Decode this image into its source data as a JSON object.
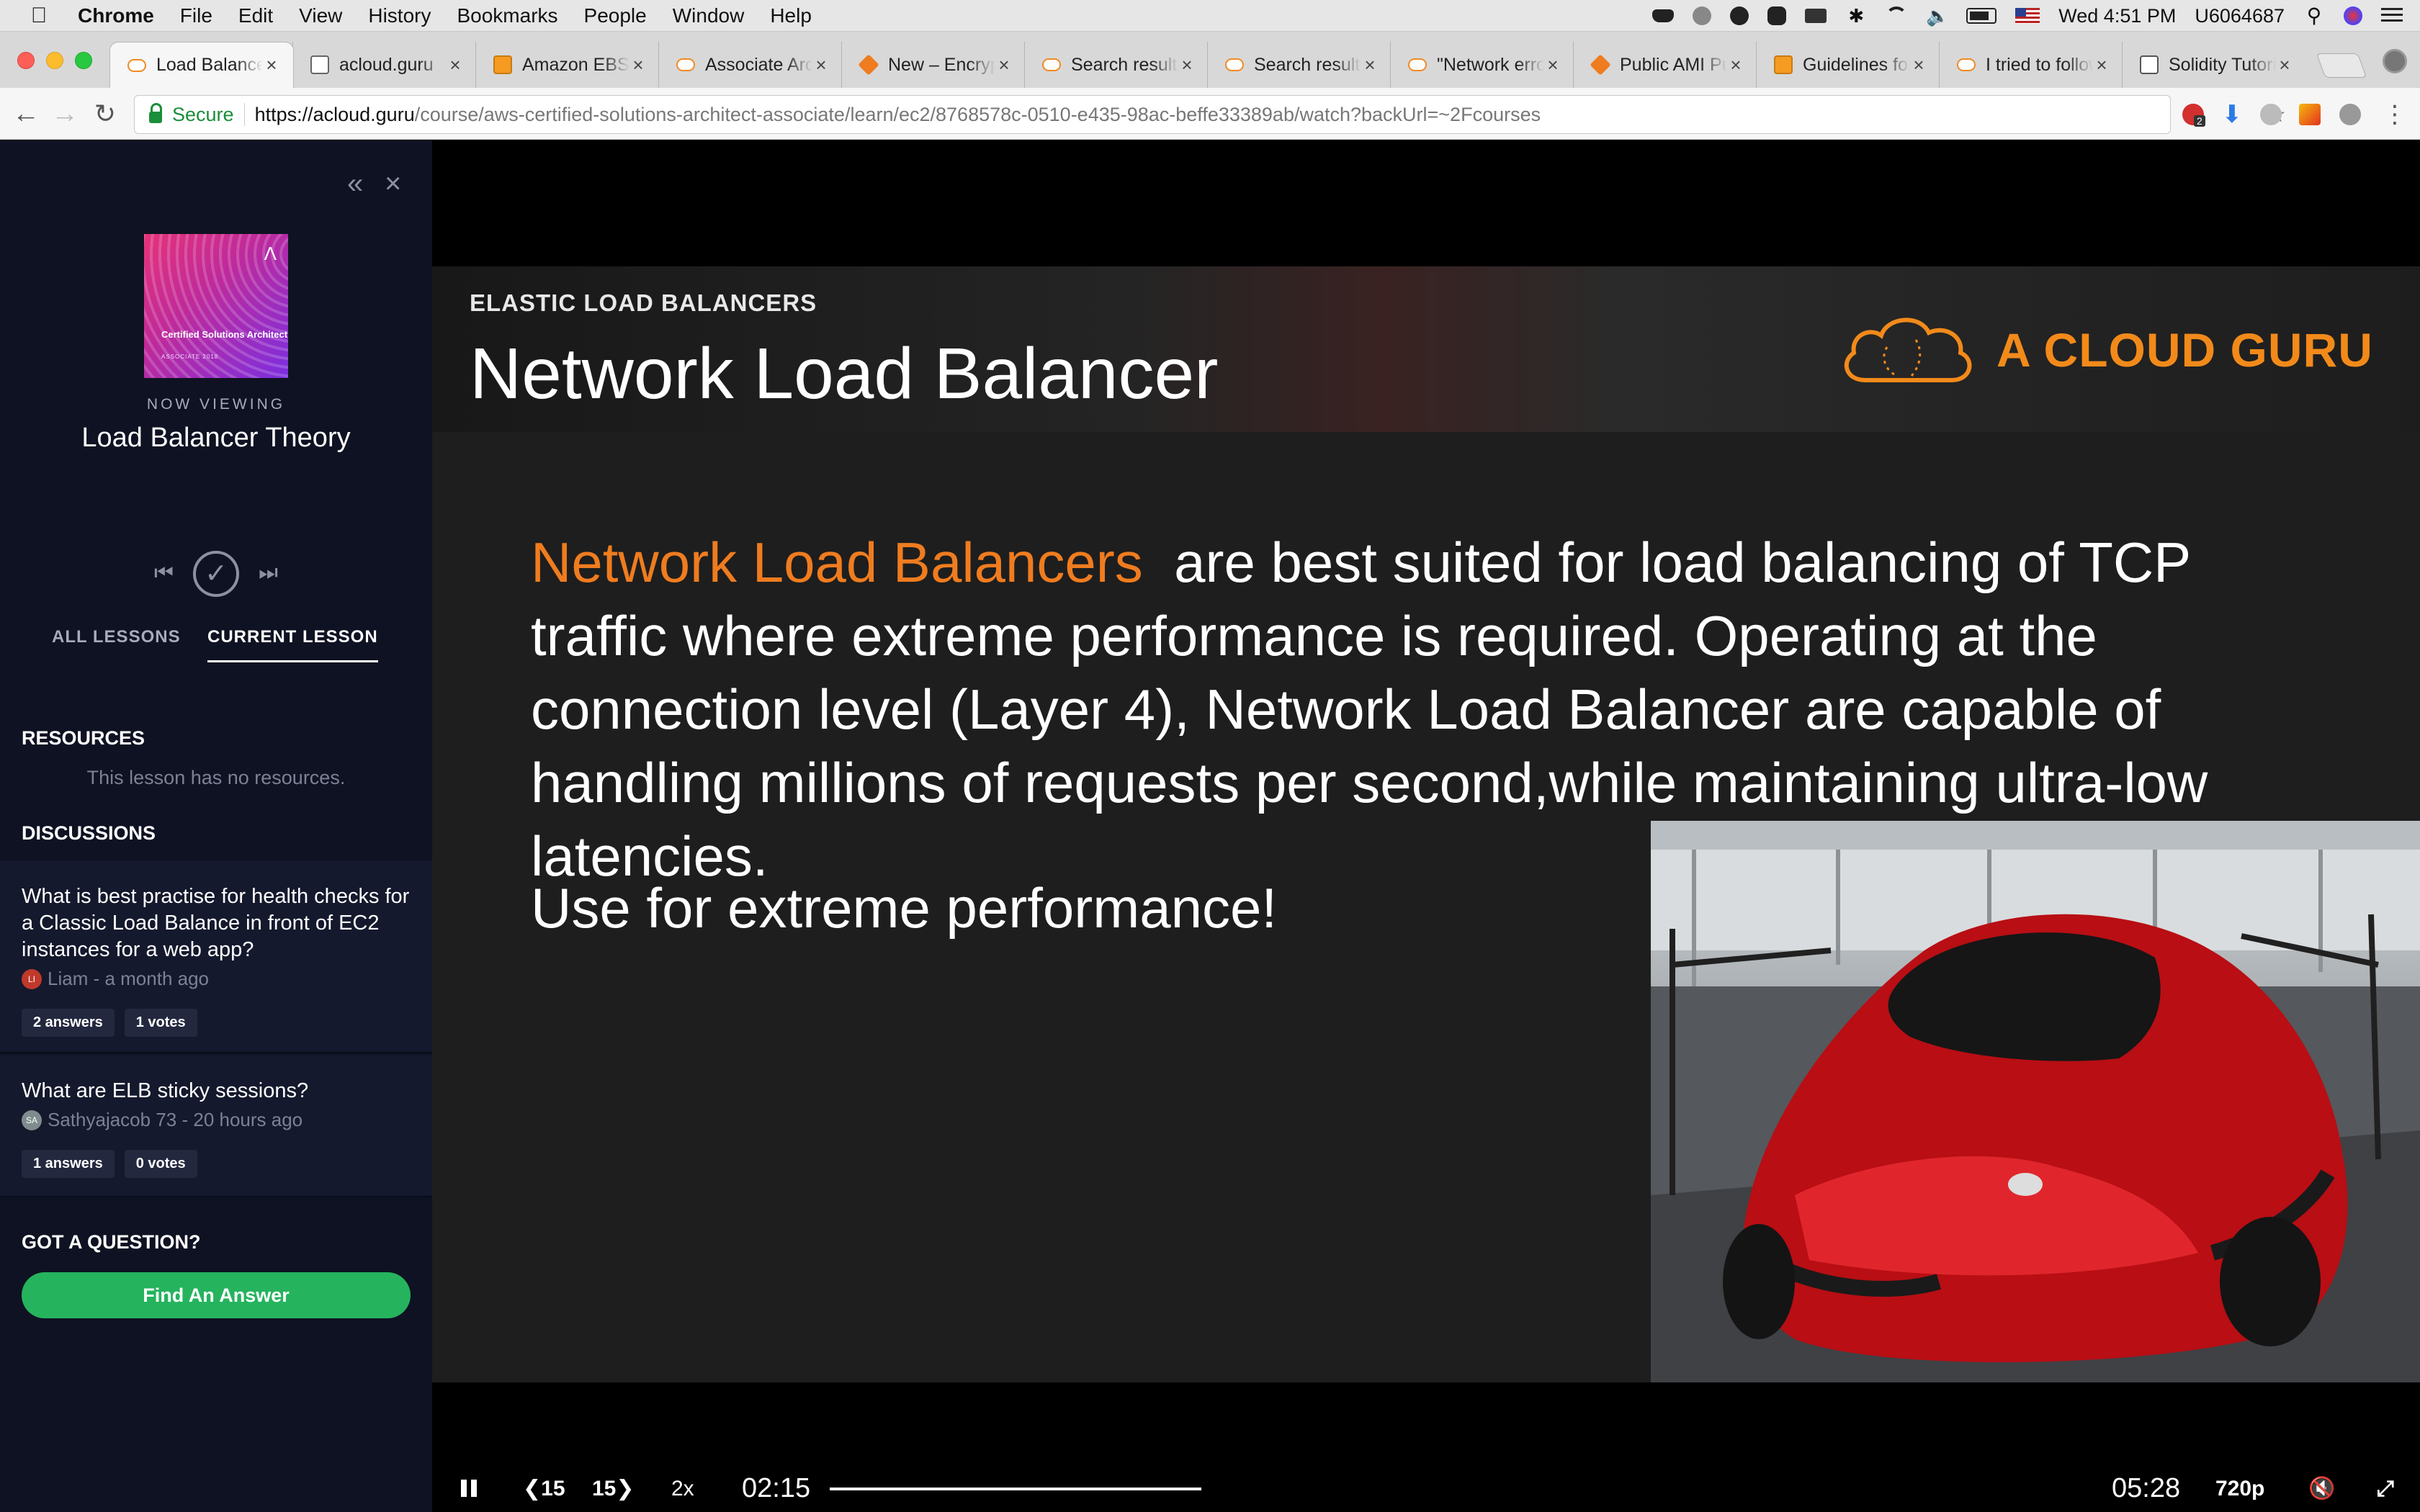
{
  "menubar": {
    "apple": "",
    "app_name": "Chrome",
    "items": [
      "File",
      "Edit",
      "View",
      "History",
      "Bookmarks",
      "People",
      "Window",
      "Help"
    ],
    "clock": "Wed 4:51 PM",
    "user": "U6064687"
  },
  "tabs": [
    {
      "title": "Load Balancer Theory",
      "icon": "cloud-icon",
      "active": true
    },
    {
      "title": "acloud.guru",
      "icon": "document-icon"
    },
    {
      "title": "Amazon EBS",
      "icon": "aws-icon"
    },
    {
      "title": "Associate Architect",
      "icon": "cloud-icon"
    },
    {
      "title": "New – Encrypted",
      "icon": "cube-icon"
    },
    {
      "title": "Search results",
      "icon": "cloud-icon"
    },
    {
      "title": "Search results",
      "icon": "cloud-icon"
    },
    {
      "title": "\"Network error\"",
      "icon": "cloud-icon"
    },
    {
      "title": "Public AMI Publishing",
      "icon": "cube-icon"
    },
    {
      "title": "Guidelines for",
      "icon": "aws-icon"
    },
    {
      "title": "I tried to follow",
      "icon": "cloud-icon"
    },
    {
      "title": "Solidity Tutorial",
      "icon": "book-icon"
    }
  ],
  "tab_close_glyph": "×",
  "omnibox": {
    "secure_label": "Secure",
    "url_host": "https://acloud.guru",
    "url_path": "/course/aws-certified-solutions-architect-associate/learn/ec2/8768578c-0510-e435-98ac-beffe33389ab/watch?backUrl=~2Fcourses"
  },
  "extensions": {
    "badge_count": "2"
  },
  "sidebar": {
    "cover": {
      "title": "Certified Solutions Architect",
      "subtitle": "ASSOCIATE 2018"
    },
    "now_viewing_label": "NOW VIEWING",
    "lesson_title": "Load Balancer Theory",
    "tabs": {
      "all": "ALL LESSONS",
      "current": "CURRENT LESSON"
    },
    "resources_heading": "RESOURCES",
    "resources_empty": "This lesson has no resources.",
    "discussions_heading": "DISCUSSIONS",
    "discussions": [
      {
        "question": "What is best practise for health checks for a Classic Load Balance in front of EC2 instances for a web app?",
        "author": "Liam",
        "initials": "LI",
        "avatar_color": "#c0392b",
        "time": "a month ago",
        "answers": "2 answers",
        "votes": "1 votes"
      },
      {
        "question": "What are ELB sticky sessions?",
        "author": "Sathyajacob 73",
        "initials": "SA",
        "avatar_color": "#7f8c8d",
        "time": "20 hours ago",
        "answers": "1 answers",
        "votes": "0 votes"
      }
    ],
    "question_heading": "GOT A QUESTION?",
    "cta_label": "Find An Answer"
  },
  "slide": {
    "kicker": "ELASTIC LOAD BALANCERS",
    "title": "Network Load Balancer",
    "brand": "A CLOUD GURU",
    "body_highlight": "Network Load Balancers",
    "body_rest": "  are best suited for load balancing of TCP traffic where extreme performance is required. Operating at the connection level (Layer 4), Network Load Balancer are capable of handling millions of requests per second,while maintaining ultra-low latencies.",
    "tagline": "Use for extreme performance!",
    "highlight_color": "#ef7c1f"
  },
  "player": {
    "rewind_label": "15",
    "forward_label": "15",
    "speed": "2x",
    "current_time": "02:15",
    "total_time": "05:28",
    "quality": "720p",
    "progress_fraction": 0.41
  }
}
